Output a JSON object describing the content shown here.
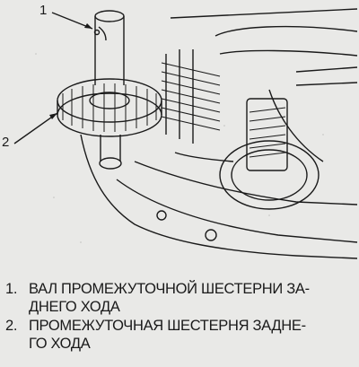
{
  "callouts": [
    {
      "label": "1"
    },
    {
      "label": "2"
    }
  ],
  "legend": [
    {
      "num": "1.",
      "lines": [
        "ВАЛ ПРОМЕЖУТОЧНОЙ ШЕСТЕРНИ ЗА-",
        "ДНЕГО ХОДА"
      ]
    },
    {
      "num": "2.",
      "lines": [
        "ПРОМЕЖУТОЧНАЯ ШЕСТЕРНЯ ЗАДНЕ-",
        "ГО ХОДА"
      ]
    }
  ],
  "colors": {
    "background": "#e9e9e7",
    "ink": "#1a1a1a"
  }
}
